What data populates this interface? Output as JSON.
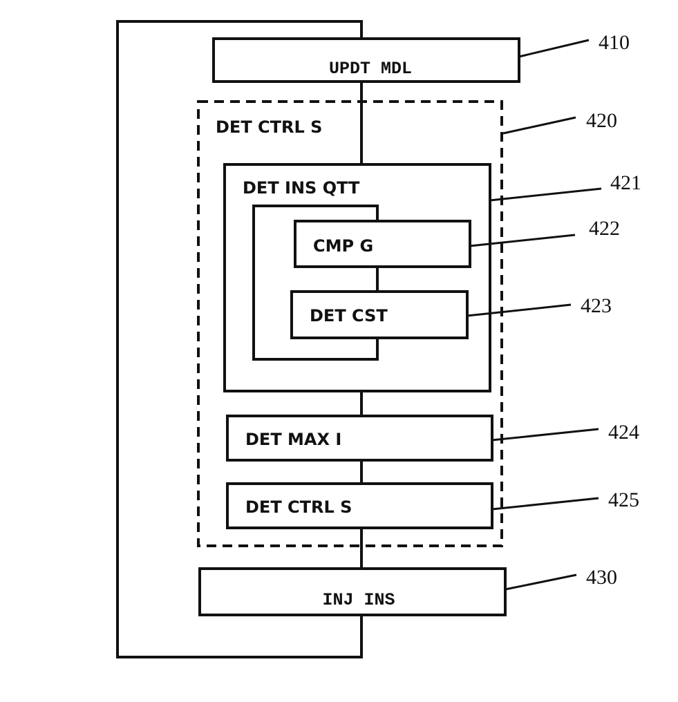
{
  "blocks": {
    "updt_mdl": "UPDT MDL",
    "det_ctrl_s_group": "DET CTRL S",
    "det_ins_qtt": "DET INS QTT",
    "cmp_g": "CMP G",
    "det_cst": "DET CST",
    "det_max_i": "DET MAX I",
    "det_ctrl_s": "DET CTRL S",
    "inj_ins": "INJ INS"
  },
  "refs": {
    "r410": "410",
    "r420": "420",
    "r421": "421",
    "r422": "422",
    "r423": "423",
    "r424": "424",
    "r425": "425",
    "r430": "430"
  }
}
